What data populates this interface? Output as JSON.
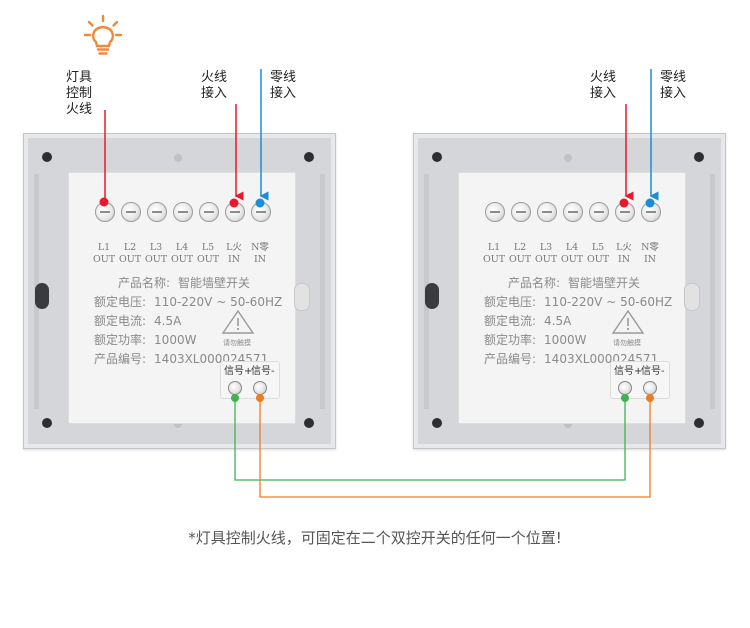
{
  "colors": {
    "live": "#e8192c",
    "neutral": "#1a8fd6",
    "signal_green": "#3fb34f",
    "signal_orange": "#f07c1e",
    "lamp": "#f0893a"
  },
  "icons": {
    "lamp": "lightbulb-icon",
    "warning": "warning-triangle-icon"
  },
  "left_switch": {
    "lamp_label": [
      "灯具",
      "控制",
      "火线"
    ],
    "live_in_label": [
      "火线",
      "接入"
    ],
    "neutral_in_label": [
      "零线",
      "接入"
    ]
  },
  "right_switch": {
    "live_in_label": [
      "火线",
      "接入"
    ],
    "neutral_in_label": [
      "零线",
      "接入"
    ]
  },
  "terminal_labels": [
    {
      "top": "L1",
      "bottom": "OUT"
    },
    {
      "top": "L2",
      "bottom": "OUT"
    },
    {
      "top": "L3",
      "bottom": "OUT"
    },
    {
      "top": "L4",
      "bottom": "OUT"
    },
    {
      "top": "L5",
      "bottom": "OUT"
    },
    {
      "top": "L火",
      "bottom": "IN"
    },
    {
      "top": "N零",
      "bottom": "IN"
    }
  ],
  "specs": [
    {
      "key": "产品名称:",
      "value": "智能墙壁开关"
    },
    {
      "key": "额定电压:",
      "value": "110-220V ~ 50-60HZ"
    },
    {
      "key": "额定电流:",
      "value": "4.5A"
    },
    {
      "key": "额定功率:",
      "value": "1000W"
    },
    {
      "key": "产品编号:",
      "value": "1403XL000024571"
    }
  ],
  "warning_text": "请勿触摸",
  "signal_labels": {
    "plus": "信号+",
    "minus": "信号-"
  },
  "footer_note": "*灯具控制火线，可固定在二个双控开关的任何一个位置!"
}
